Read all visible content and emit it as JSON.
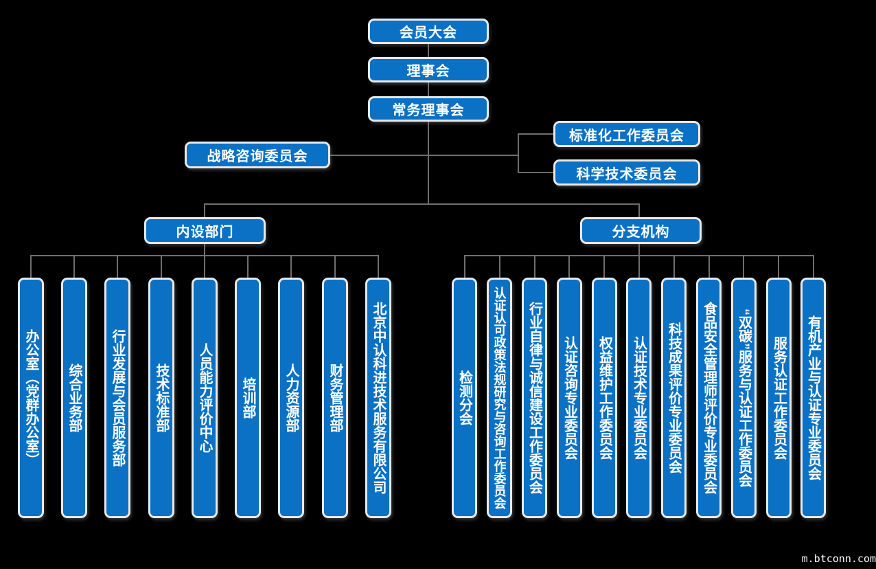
{
  "org": {
    "root": "会员大会",
    "council": "理事会",
    "standing_council": "常务理事会",
    "strategic_advisory": "战略咨询委员会",
    "committees": [
      "标准化工作委员会",
      "科学技术委员会"
    ],
    "groups": [
      {
        "label": "内设部门",
        "children": [
          "办公室（党群办公室）",
          "综合业务部",
          "行业发展与会员服务部",
          "技术标准部",
          "人员能力评价中心",
          "培训部",
          "人力资源部",
          "财务管理部",
          "北京中认科进技术服务有限公司"
        ]
      },
      {
        "label": "分支机构",
        "children": [
          "检测分会",
          "认证认可政策法规研究与咨询工作委员会",
          "行业自律与诚信建设工作委员会",
          "认证咨询专业委员会",
          "权益维护工作委员会",
          "认证技术专业委员会",
          "科技成果评价专业委员会",
          "食品安全管理师评价专业委员会",
          "“双碳”服务与认证工作委员会",
          "服务认证工作委员会",
          "有机产业与认证专业委员会"
        ]
      }
    ]
  },
  "watermark": "m.btconn.com",
  "colors": {
    "node_fill": "#0a71c4",
    "node_border": "#e9e9e9",
    "connector": "#6f6f6f",
    "text": "#ffffff",
    "background": "#000000"
  }
}
